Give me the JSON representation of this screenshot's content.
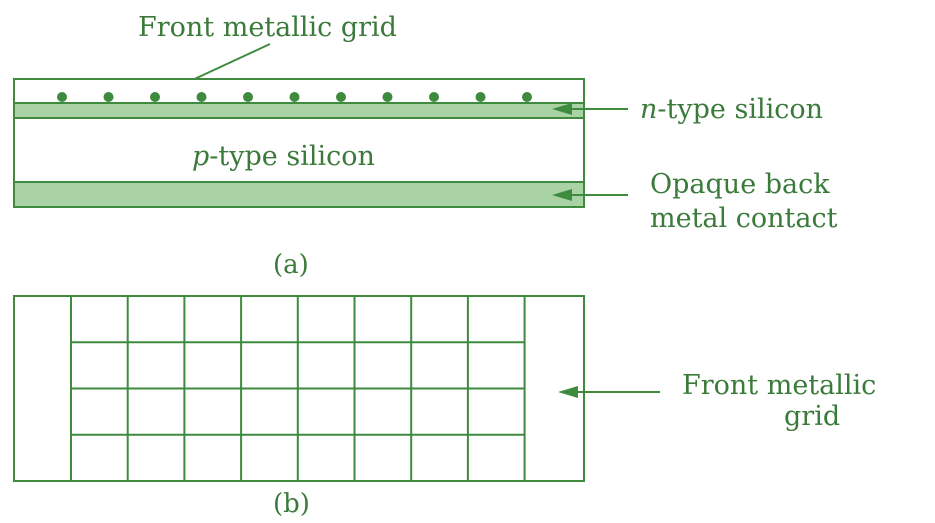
{
  "colors": {
    "line": "#3e8a3e",
    "fill": "#a9d3a4",
    "text": "#3a7a3a",
    "background": "#ffffff"
  },
  "part_a": {
    "caption": "(a)",
    "front_grid_label": "Front metallic grid",
    "n_type_label_italic": "n",
    "n_type_label_rest": "-type silicon",
    "p_type_label_italic": "p",
    "p_type_label_rest": "-type silicon",
    "back_contact_label_line1": "Opaque back",
    "back_contact_label_line2": "metal contact",
    "grid_dot_count": 11
  },
  "part_b": {
    "caption": "(b)",
    "front_grid_label_line1": "Front metallic",
    "front_grid_label_line2": "grid",
    "vertical_line_count": 9,
    "horizontal_line_count": 3
  }
}
